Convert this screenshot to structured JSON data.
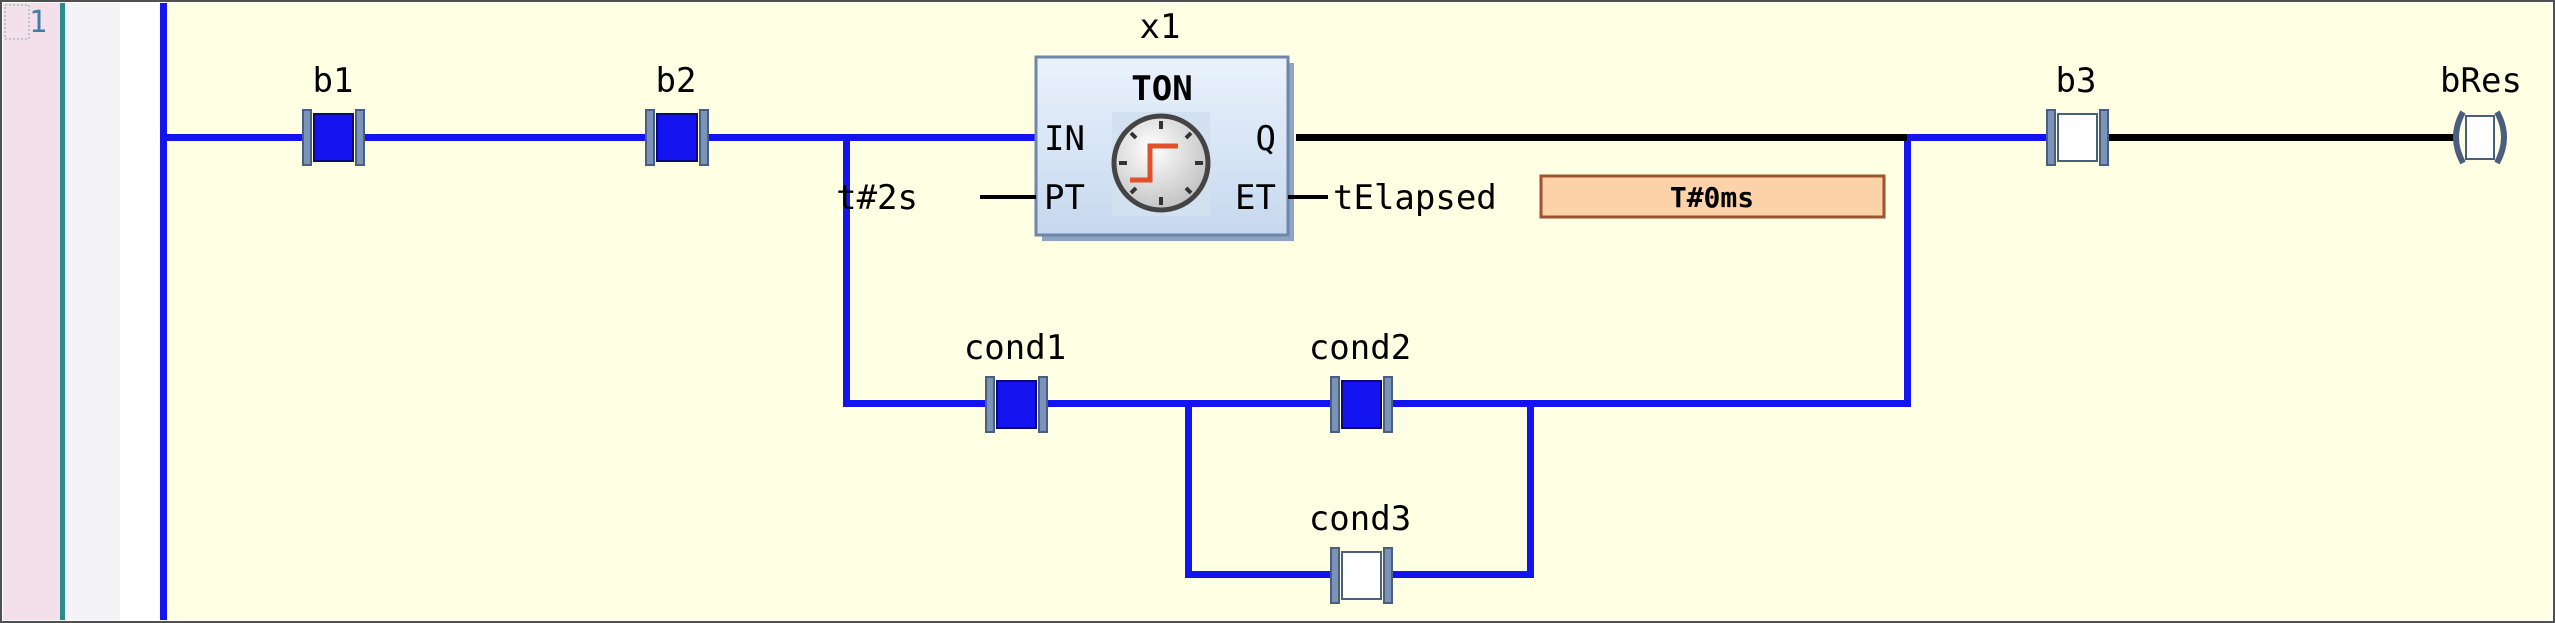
{
  "network": {
    "number": "1"
  },
  "contacts": {
    "b1": {
      "label": "b1",
      "state": "on"
    },
    "b2": {
      "label": "b2",
      "state": "on"
    },
    "cond1": {
      "label": "cond1",
      "state": "on"
    },
    "cond2": {
      "label": "cond2",
      "state": "on"
    },
    "cond3": {
      "label": "cond3",
      "state": "off"
    },
    "b3": {
      "label": "b3",
      "state": "off"
    }
  },
  "coil": {
    "label": "bRes",
    "state": "off"
  },
  "timer": {
    "instance": "x1",
    "type": "TON",
    "pins": {
      "in": "IN",
      "pt": "PT",
      "q": "Q",
      "et": "ET"
    },
    "pt_value": "t#2s",
    "et_variable": "tElapsed",
    "et_monitor": "T#0ms"
  },
  "colors": {
    "energized": "#1414f0",
    "de_energized": "#000000",
    "background": "#ffffe3",
    "block_fill": "#d6e4f5",
    "monitor_fill": "#fcd3a8",
    "monitor_border": "#a0522d"
  }
}
